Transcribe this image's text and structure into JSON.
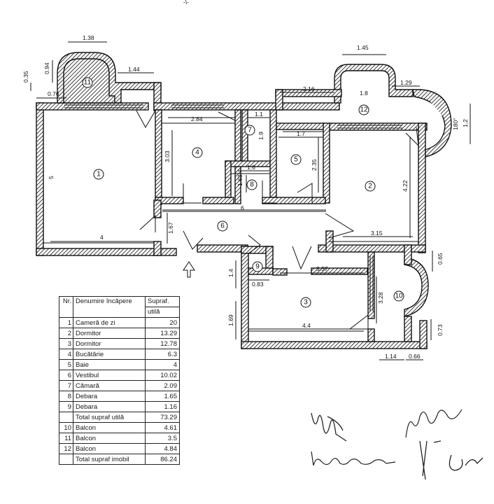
{
  "top_scribble": "-\\-",
  "dimensions": {
    "d_1_38": "1.38",
    "d_1_45": "1.45",
    "d_0_94": "0.94",
    "d_0_35": "0.35",
    "d_1_44": "1.44",
    "d_0_76": "0.76",
    "d_2_16": "2.16",
    "d_1_8": "1.8",
    "d_1_29": "1.29",
    "d_180deg": "180°",
    "d_1_2": "1.2",
    "d_2_84": "2.84",
    "d_1_1": "1.1",
    "d_1_9": "1.9",
    "d_1_7": "1.7",
    "d_3_03": "3.03",
    "d_2_35": "2.35",
    "d_1_6": "1.6",
    "d_1_63": "1.63",
    "d_5": "5",
    "d_4_22": "4.22",
    "d_6": "6",
    "d_4": "4",
    "d_1_67": "1.67",
    "d_3_15": "3.15",
    "d_0_65": "0.65",
    "d_1_4": "1.4",
    "d_3_37": "3.37",
    "d_0_83": "0.83",
    "d_3_28": "3.28",
    "d_1_69": "1.69",
    "d_4_4": "4.4",
    "d_0_73": "0.73",
    "d_1_14": "1.14",
    "d_0_66": "0.66"
  },
  "room_numbers": {
    "r1": "1",
    "r2": "2",
    "r3": "3",
    "r4": "4",
    "r5": "5",
    "r6": "6",
    "r7": "7",
    "r8": "8",
    "r9": "9",
    "r10": "10",
    "r11": "11",
    "r12": "12"
  },
  "table": {
    "header": {
      "nr": "Nr.",
      "name": "Denumire încăpere",
      "area": "Supraf.",
      "area2": "utilă"
    },
    "rows": [
      {
        "nr": "1",
        "name": "Cameră de zi",
        "area": "20"
      },
      {
        "nr": "2",
        "name": "Dormitor",
        "area": "13.29"
      },
      {
        "nr": "3",
        "name": "Dormitor",
        "area": "12.78"
      },
      {
        "nr": "4",
        "name": "Bucătărie",
        "area": "6.3"
      },
      {
        "nr": "5",
        "name": "Baie",
        "area": "4"
      },
      {
        "nr": "6",
        "name": "Vestibul",
        "area": "10.02"
      },
      {
        "nr": "7",
        "name": "Cămară",
        "area": "2.09"
      },
      {
        "nr": "8",
        "name": "Debara",
        "area": "1.65"
      },
      {
        "nr": "9",
        "name": "Debara",
        "area": "1.16"
      },
      {
        "nr": "",
        "name": "Total supraf utilă",
        "area": "73.29"
      },
      {
        "nr": "10",
        "name": "Balcon",
        "area": "4.61"
      },
      {
        "nr": "11",
        "name": "Balcon",
        "area": "3.5"
      },
      {
        "nr": "12",
        "name": "Balcon",
        "area": "4.84"
      },
      {
        "nr": "",
        "name": "Total supraf imobil",
        "area": "86.24"
      }
    ]
  }
}
